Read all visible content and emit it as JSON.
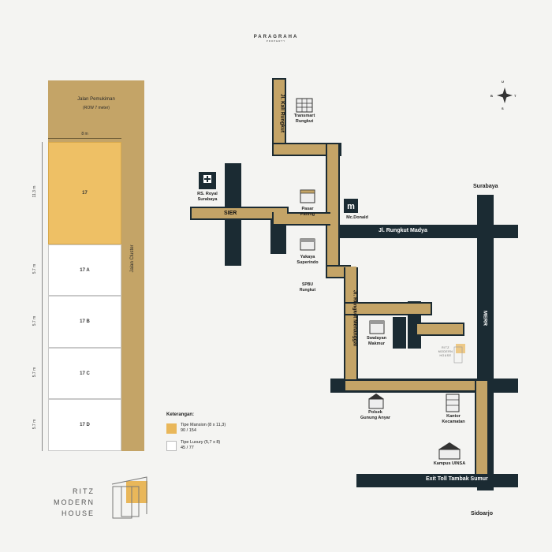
{
  "brand": {
    "name": "PARAGRAHA",
    "sub": "PROPERTY"
  },
  "site_plan": {
    "road_top": {
      "name": "Jalan Pemukiman",
      "note": "(ROW 7 meter)"
    },
    "road_side": {
      "name": "Jalan Cluster"
    },
    "width_dim": "8 m",
    "lots": [
      {
        "id": "17",
        "type": "mansion",
        "dim": "11.3 m"
      },
      {
        "id": "17 A",
        "type": "luxury",
        "dim": "5.7 m"
      },
      {
        "id": "17 B",
        "type": "luxury",
        "dim": "5.7 m"
      },
      {
        "id": "17 C",
        "type": "luxury",
        "dim": "5.7 m"
      },
      {
        "id": "17 D",
        "type": "luxury",
        "dim": "5.7 m"
      }
    ]
  },
  "legend": {
    "title": "Keterangan:",
    "items": [
      {
        "label": "Tipe Mansion (8 x 11,3)",
        "count": "90 / 154",
        "color": "#e9b75a"
      },
      {
        "label": "Tipe Luxury (5,7 x 8)",
        "count": "45 / 77",
        "color": "#ffffff"
      }
    ]
  },
  "logo": {
    "line1": "RITZ",
    "line2": "MODERN",
    "line3": "HOUSE",
    "accent": "#e9b75a"
  },
  "map": {
    "compass": {
      "n": "U",
      "w": "B",
      "e": "T",
      "s": "S"
    },
    "roads": {
      "kali_rungkut": "Jl. Kali Rungkut",
      "sier": "SIER",
      "rungkut_madya": "Jl. Rungkut Madya",
      "rungkut_menanggal": "Jl. Rungkut Menanggal",
      "merr": "MERR",
      "exit_toll": "Exit Toll Tambak Sumur"
    },
    "cities": {
      "north": "Surabaya",
      "south": "Sidoarjo"
    },
    "pois": {
      "transmart": [
        "Transmart",
        "Rungkut"
      ],
      "rs_royal": [
        "RS. Royal",
        "Surabaya"
      ],
      "pasar": [
        "Pasar",
        "Pahing"
      ],
      "mcd": [
        "Mc.Donald"
      ],
      "yakaya": [
        "Yakaya",
        "Superindo"
      ],
      "spbu": [
        "SPBU",
        "Rungkut"
      ],
      "swalayan": [
        "Swalayan",
        "Makmur"
      ],
      "ritz_small": [
        "RITZ",
        "MODERN",
        "HOUSE"
      ],
      "polsek": [
        "Polsek",
        "Gunung Anyar"
      ],
      "kantor": [
        "Kantor",
        "Kecamatan"
      ],
      "kampus": [
        "Kampus UINSA"
      ]
    }
  },
  "colors": {
    "gold_road": "#c4a467",
    "dark_road": "#1b2b33",
    "mansion": "#eec065"
  }
}
